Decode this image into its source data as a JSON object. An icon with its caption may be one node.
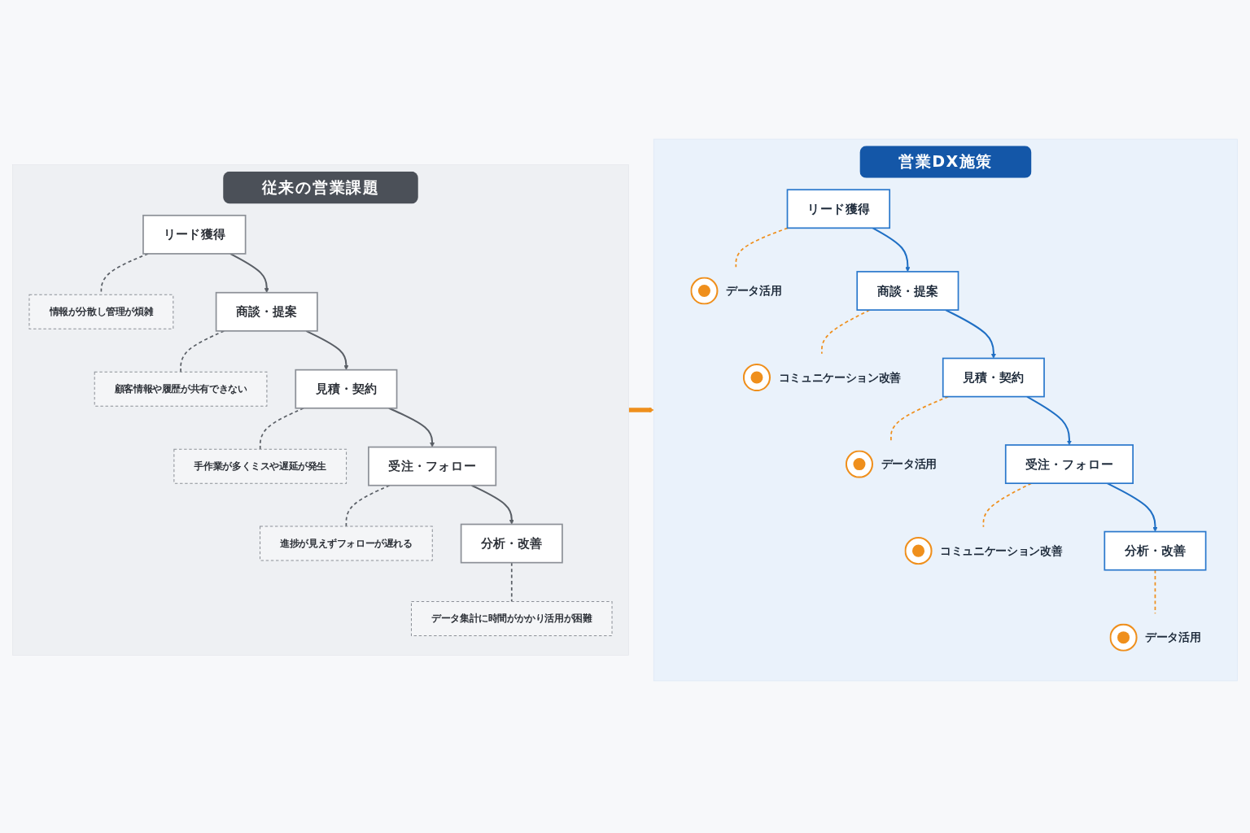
{
  "diagram": {
    "nodes": [
      {
        "text": [
          "従来の営業課題"
        ]
      },
      {
        "text": [
          "リード獲得"
        ],
        "in": 0
      },
      {
        "text": [
          "情報が分散し管理が煩雑"
        ],
        "in": 0
      },
      {
        "text": [
          "商談・提案"
        ],
        "in": 0
      },
      {
        "text": [
          "顧客情報や履歴が共有できない"
        ],
        "in": 0
      },
      {
        "text": [
          "見積・契約"
        ],
        "in": 0
      },
      {
        "text": [
          "手作業が多くミスや遅延が発生"
        ],
        "in": 0
      },
      {
        "text": [
          "受注・フォロー"
        ],
        "in": 0
      },
      {
        "text": [
          "進捗が見えずフォローが遅れる"
        ],
        "in": 0
      },
      {
        "text": [
          "分析・改善"
        ],
        "in": 0
      },
      {
        "text": [
          "データ集計に時間がかかり活用が困難"
        ],
        "in": 0
      },
      {
        "text": [
          "営業DX施策"
        ]
      },
      {
        "text": [
          "リード獲得"
        ],
        "in": 11
      },
      {
        "text": [],
        "shape": "circle",
        "beside": [
          "データ活用"
        ],
        "in": 11
      },
      {
        "text": [
          "商談・提案"
        ],
        "in": 11
      },
      {
        "text": [],
        "shape": "circle",
        "beside": [
          "コミュニケーション改善"
        ],
        "in": 11
      },
      {
        "text": [
          "見積・契約"
        ],
        "in": 11
      },
      {
        "text": [],
        "shape": "circle",
        "beside": [
          "データ活用"
        ],
        "in": 11
      },
      {
        "text": [
          "受注・フォロー"
        ],
        "in": 11
      },
      {
        "text": [],
        "shape": "circle",
        "beside": [
          "コミュニケーション改善"
        ],
        "in": 11
      },
      {
        "text": [
          "分析・改善"
        ],
        "in": 11
      },
      {
        "text": [],
        "shape": "circle",
        "beside": [
          "データ活用"
        ],
        "in": 11
      }
    ],
    "edges": [
      {
        "from": 1,
        "to": 2,
        "arrow": "none",
        "style": "dashed"
      },
      {
        "from": 1,
        "to": 3,
        "arrow": "to"
      },
      {
        "from": 3,
        "to": 4,
        "arrow": "none",
        "style": "dashed"
      },
      {
        "from": 3,
        "to": 5,
        "arrow": "to"
      },
      {
        "from": 5,
        "to": 6,
        "arrow": "none",
        "style": "dashed"
      },
      {
        "from": 5,
        "to": 7,
        "arrow": "to"
      },
      {
        "from": 7,
        "to": 8,
        "arrow": "none",
        "style": "dashed"
      },
      {
        "from": 7,
        "to": 9,
        "arrow": "to"
      },
      {
        "from": 9,
        "to": 10,
        "arrow": "none",
        "style": "dashed"
      },
      {
        "from": 12,
        "to": 13,
        "arrow": "none",
        "style": "dashed",
        "color": "#ef8f1c"
      },
      {
        "from": 12,
        "to": 14,
        "arrow": "to",
        "color": "#1f6fc4"
      },
      {
        "from": 14,
        "to": 15,
        "arrow": "none",
        "style": "dashed",
        "color": "#ef8f1c"
      },
      {
        "from": 14,
        "to": 16,
        "arrow": "to",
        "color": "#1f6fc4"
      },
      {
        "from": 16,
        "to": 17,
        "arrow": "none",
        "style": "dashed",
        "color": "#ef8f1c"
      },
      {
        "from": 16,
        "to": 18,
        "arrow": "to",
        "color": "#1f6fc4"
      },
      {
        "from": 18,
        "to": 19,
        "arrow": "none",
        "style": "dashed",
        "color": "#ef8f1c"
      },
      {
        "from": 18,
        "to": 20,
        "arrow": "to",
        "color": "#1f6fc4"
      },
      {
        "from": 20,
        "to": 21,
        "arrow": "none",
        "style": "dashed",
        "color": "#ef8f1c"
      },
      {
        "from": 0,
        "to": 11,
        "arrow": "to",
        "style": "thick",
        "color": "#ef8f1c"
      }
    ]
  }
}
